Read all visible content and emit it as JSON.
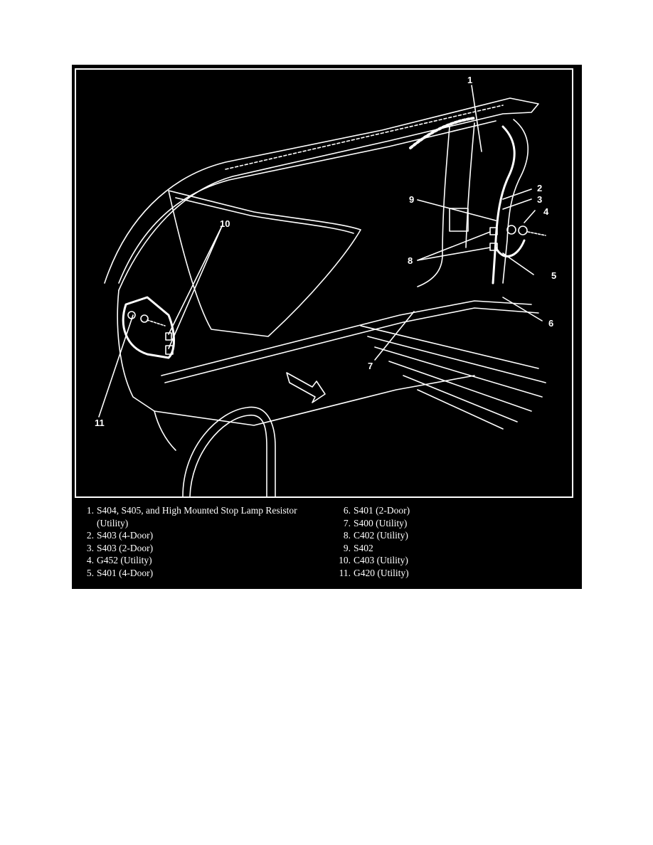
{
  "figure": {
    "description": "Rear interior wiring harness / splice locator illustration (utility vehicle rear quarter, cargo area)",
    "background_color": "#000000",
    "line_color": "#ffffff",
    "callouts": [
      {
        "id": "1",
        "label": "1"
      },
      {
        "id": "2",
        "label": "2"
      },
      {
        "id": "3",
        "label": "3"
      },
      {
        "id": "4",
        "label": "4"
      },
      {
        "id": "5",
        "label": "5"
      },
      {
        "id": "6",
        "label": "6"
      },
      {
        "id": "7",
        "label": "7"
      },
      {
        "id": "8",
        "label": "8"
      },
      {
        "id": "9",
        "label": "9"
      },
      {
        "id": "10",
        "label": "10"
      },
      {
        "id": "11",
        "label": "11"
      }
    ],
    "direction_arrow": "front-of-vehicle-arrow"
  },
  "legend": {
    "left": [
      {
        "num": "1.",
        "text": "S404, S405, and High Mounted Stop Lamp Resistor",
        "cont": "(Utility)"
      },
      {
        "num": "2.",
        "text": "S403 (4-Door)"
      },
      {
        "num": "3.",
        "text": "S403 (2-Door)"
      },
      {
        "num": "4.",
        "text": "G452 (Utility)"
      },
      {
        "num": "5.",
        "text": "S401 (4-Door)"
      }
    ],
    "right": [
      {
        "num": "6.",
        "text": "S401 (2-Door)"
      },
      {
        "num": "7.",
        "text": "S400 (Utility)"
      },
      {
        "num": "8.",
        "text": "C402 (Utility)"
      },
      {
        "num": "9.",
        "text": "S402"
      },
      {
        "num": "10.",
        "text": "C403 (Utility)"
      },
      {
        "num": "11.",
        "text": "G420 (Utility)"
      }
    ]
  }
}
